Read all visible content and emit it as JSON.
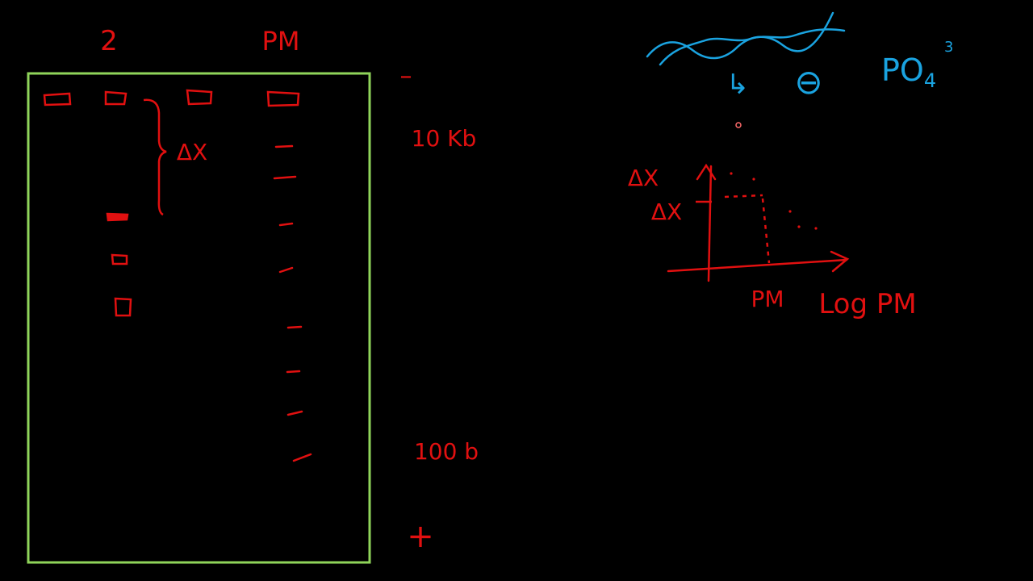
{
  "colors": {
    "background": "#000000",
    "gel_border": "#8fd45a",
    "ink_red": "#e11010",
    "ink_blue": "#1aa3e0",
    "cursor": "#ff6b6b"
  },
  "gel": {
    "lane_labels": {
      "lane2": "2",
      "marker": "PM"
    },
    "bracket_label": "ΔX"
  },
  "electrophoresis": {
    "pole_top": "–",
    "size_top": "10 Kb",
    "size_bottom": "100 b",
    "pole_bottom": "+"
  },
  "dna_note": {
    "arrow": "↳",
    "charge": "⊖",
    "phosphate_main": "PO",
    "phosphate_sub": "4",
    "phosphate_sup": "3"
  },
  "graph": {
    "y_label": "ΔX",
    "y_tick_label": "ΔX",
    "x_tick_label": "PM",
    "x_axis_label": "Log PM"
  }
}
